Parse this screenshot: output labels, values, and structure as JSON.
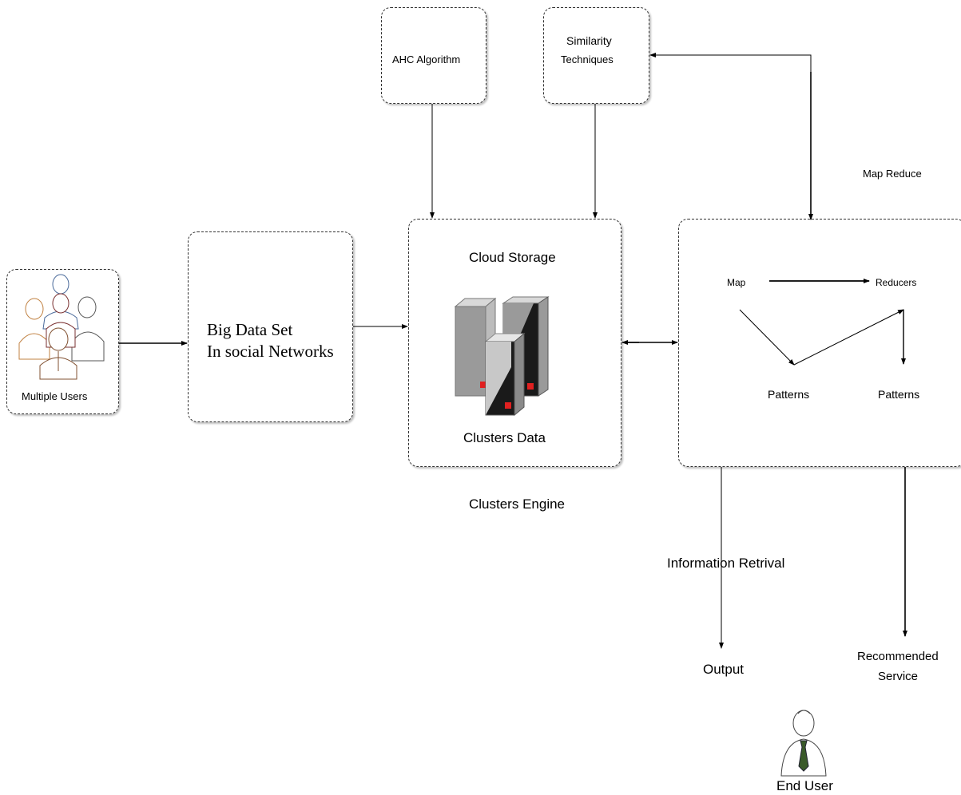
{
  "labels": {
    "multiple_users": "Multiple Users",
    "big_data_line1": "Big Data Set",
    "big_data_line2": "In social Networks",
    "ahc_algorithm": "AHC Algorithm",
    "similarity_line1": "Similarity",
    "similarity_line2": "Techniques",
    "cloud_storage": "Cloud Storage",
    "clusters_data": "Clusters Data",
    "clusters_engine": "Clusters Engine",
    "map_reduce": "Map Reduce",
    "map": "Map",
    "reducers": "Reducers",
    "patterns_left": "Patterns",
    "patterns_right": "Patterns",
    "information_retrieval": "Information Retrival",
    "output": "Output",
    "recommended_line1": "Recommended",
    "recommended_line2": "Service",
    "end_user": "End User"
  },
  "icons": {
    "users_group": "users-group-icon",
    "server_cluster": "server-cluster-icon",
    "end_user": "user-icon"
  },
  "colors": {
    "server_gray": "#9a9a9a",
    "server_light": "#d9d9d9",
    "server_dark": "#1a1a1a",
    "server_led": "#e02020",
    "tie_green": "#3a5a2a"
  }
}
